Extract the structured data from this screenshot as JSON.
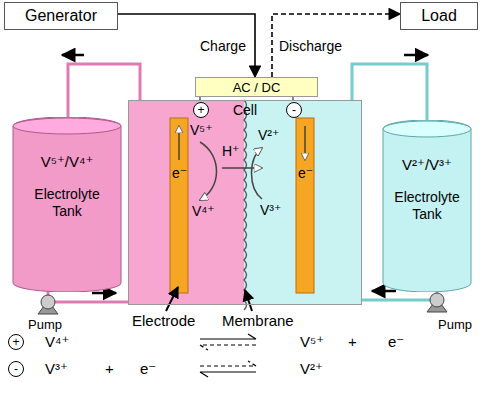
{
  "diagram": {
    "nodes": [
      {
        "text": [
          "Generator"
        ]
      },
      {
        "text": [
          "Load"
        ]
      },
      {
        "text": [
          "AC / DC"
        ]
      },
      {
        "text": [
          "V⁵⁺/V⁴⁺",
          "Electrolyte Tank"
        ]
      },
      {
        "text": [
          "Cell"
        ]
      },
      {
        "text": [
          "V²⁺/V³⁺",
          "Electrolyte Tank"
        ]
      }
    ],
    "edges": [
      {
        "from": 0,
        "to": 2,
        "label": "Charge",
        "arrow": "to"
      },
      {
        "from": 2,
        "to": 1,
        "label": "Discharge",
        "arrow": "to"
      },
      {
        "from": 2,
        "to": 4,
        "arrow": "none"
      },
      {
        "from": 2,
        "to": 4,
        "arrow": "none"
      },
      {
        "from": 4,
        "to": 3,
        "arrow": "none"
      },
      {
        "from": 3,
        "to": 4,
        "arrow": "none"
      },
      {
        "from": 4,
        "to": 5,
        "arrow": "none"
      },
      {
        "from": 5,
        "to": 4,
        "arrow": "none"
      }
    ],
    "labels": [
      "+",
      "-",
      "V⁵⁺",
      "H⁺",
      "V⁴⁺",
      "V²⁺",
      "V³⁺",
      "e⁻",
      "e⁻",
      "Electrode",
      "Membrane",
      "Pump",
      "Pump",
      "+",
      "V⁴⁺",
      "V⁵⁺",
      "+",
      "e⁻",
      "-",
      "V³⁺",
      "+",
      "e⁻",
      "V²⁺"
    ]
  }
}
